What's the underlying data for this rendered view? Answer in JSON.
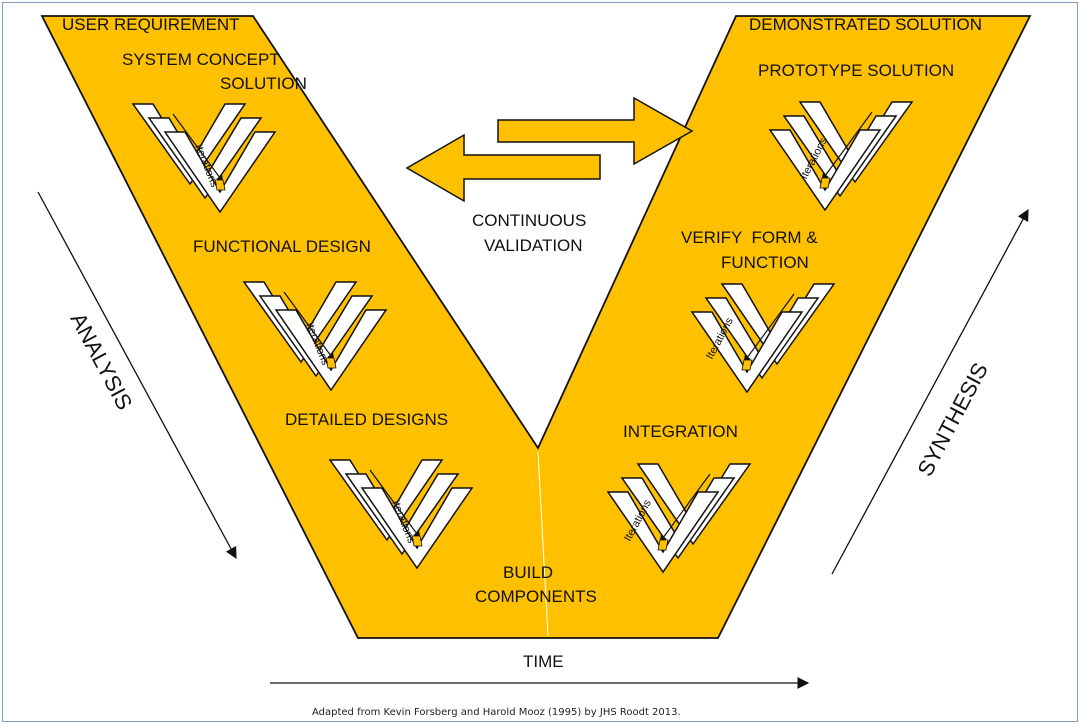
{
  "header": {
    "left": "USER REQUIREMENT",
    "right": "DEMONSTRATED SOLUTION"
  },
  "left_phases": [
    "SYSTEM CONCEPT",
    "SOLUTION",
    "FUNCTIONAL DESIGN",
    "DETAILED DESIGNS"
  ],
  "bottom_phase": [
    "BUILD",
    "COMPONENTS"
  ],
  "right_phases": [
    "PROTOTYPE SOLUTION",
    "VERIFY  FORM &",
    "FUNCTION",
    "INTEGRATION"
  ],
  "center": [
    "CONTINUOUS",
    "VALIDATION"
  ],
  "side_labels": {
    "left": "ANALYSIS",
    "right": "SYNTHESIS"
  },
  "axis": {
    "time": "TIME"
  },
  "iteration_label": "Iterations",
  "credit": "Adapted from Kevin Forsberg and Harold Mooz (1995) by JHS Roodt 2013.",
  "colors": {
    "fill": "#FFC000",
    "stroke": "#111111",
    "frame": "#7F9DBF",
    "background": "#FFFFFF"
  }
}
